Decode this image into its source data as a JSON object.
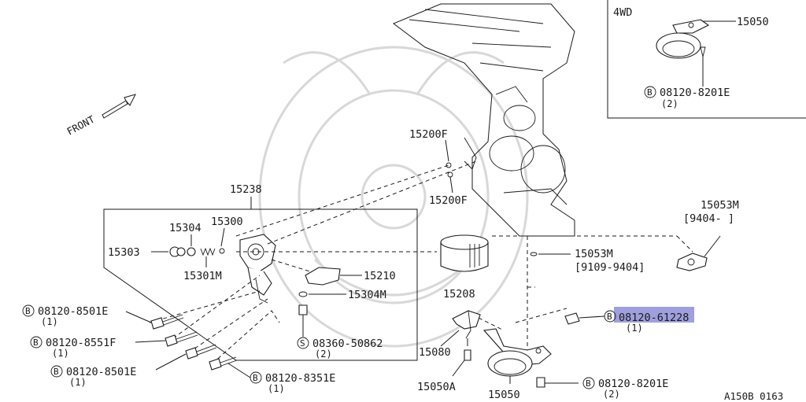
{
  "diagram": {
    "inset_title": "4WD",
    "front_label": "FRONT",
    "figure_code": "A150B 0163",
    "circle_b": "B",
    "circle_s": "S",
    "parts": {
      "p15050_inset": "15050",
      "p08120_8201E_inset": "08120-8201E",
      "q2_inset": "(2)",
      "p15200F_top": "15200F",
      "p15200F_bot": "15200F",
      "p15238": "15238",
      "p15300": "15300",
      "p15304": "15304",
      "p15303": "15303",
      "p15301M": "15301M",
      "p15210": "15210",
      "p15304M": "15304M",
      "p15208": "15208",
      "p15053M_top": "15053M",
      "range_top": "[9404-     ]",
      "p15053M_mid": "15053M",
      "range_mid": "[9109-9404]",
      "p08120_61228": "08120-61228",
      "q1_61228": "(1)",
      "p08120_8501E_a": "08120-8501E",
      "q1_8501E_a": "(1)",
      "p08120_8551F": "08120-8551F",
      "q1_8551F": "(1)",
      "p08120_8501E_b": "08120-8501E",
      "q1_8501E_b": "(1)",
      "p08120_8351E": "08120-8351E",
      "q1_8351E": "(1)",
      "p08360_50862": "08360-50862",
      "q2_50862": "(2)",
      "p15080": "15080",
      "p15050A": "15050A",
      "p15050": "15050",
      "p08120_8201E": "08120-8201E",
      "q2_8201E": "(2)"
    }
  }
}
